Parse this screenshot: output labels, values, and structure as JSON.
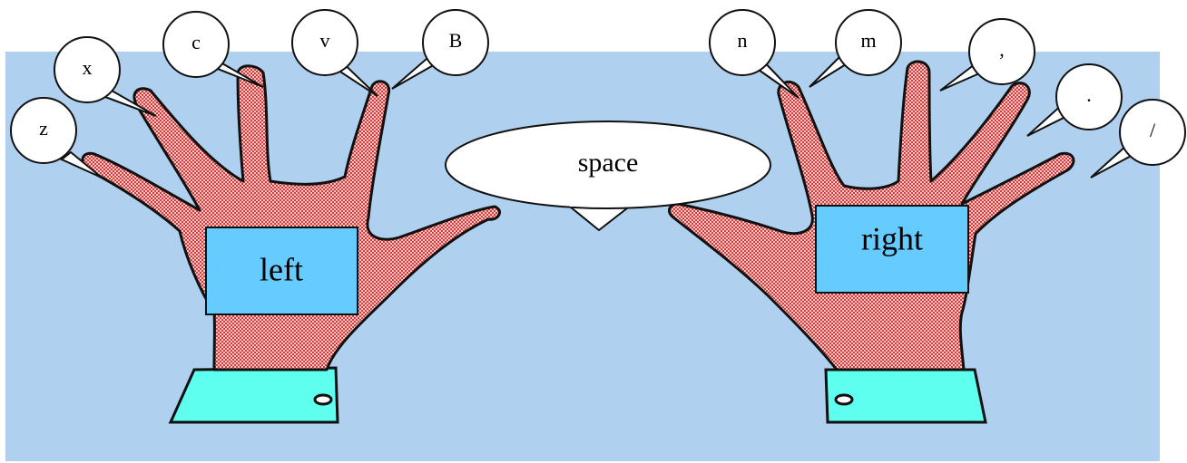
{
  "colors": {
    "background": "#ffffff",
    "panel": "#afd0ee",
    "hand_fill": "#f2c9c9",
    "hand_pattern": "#d43a3a",
    "hand_outline": "#111111",
    "cuff": "#5ffff0",
    "label_box": "#66ccff",
    "bubble": "#ffffff"
  },
  "hands": {
    "left": {
      "label": "left"
    },
    "right": {
      "label": "right"
    }
  },
  "space_label": "space",
  "left_keys": [
    "z",
    "x",
    "c",
    "v",
    "B"
  ],
  "right_keys": [
    "n",
    "m",
    ",",
    ".",
    "/"
  ]
}
